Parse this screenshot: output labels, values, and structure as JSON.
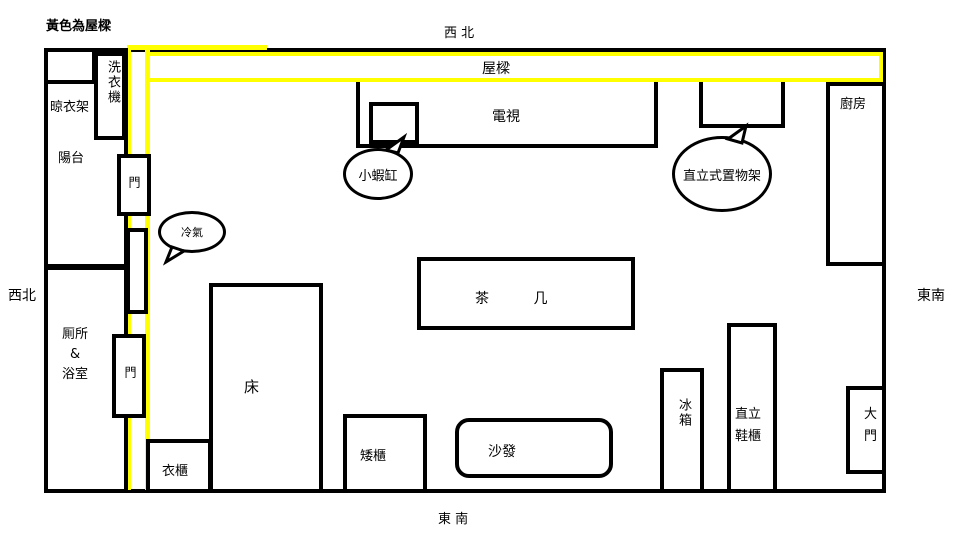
{
  "legend": "黃色為屋樑",
  "directions": {
    "top": "西 北",
    "left": "西北",
    "right": "東南",
    "bottom": "東  南"
  },
  "beam": "屋樑",
  "rooms": {
    "drying_rack": "晾衣架",
    "washer": "洗衣機",
    "balcony": "陽台",
    "door": "門",
    "toilet_bath": "厠所\n&\n浴室",
    "kitchen": "廚房"
  },
  "furniture": {
    "tv": "電視",
    "tea_table": "茶          几",
    "bed": "床",
    "wardrobe": "衣櫃",
    "low_cabinet": "矮櫃",
    "sofa": "沙發",
    "fridge": "冰箱",
    "shoe_cabinet": "直立鞋櫃",
    "main_door": "大門"
  },
  "callouts": {
    "fish_tank": "小蝦缸",
    "shelf": "直立式置物架",
    "aircon": "冷氣"
  },
  "colors": {
    "beam": "#ffff00",
    "line": "#000000"
  }
}
